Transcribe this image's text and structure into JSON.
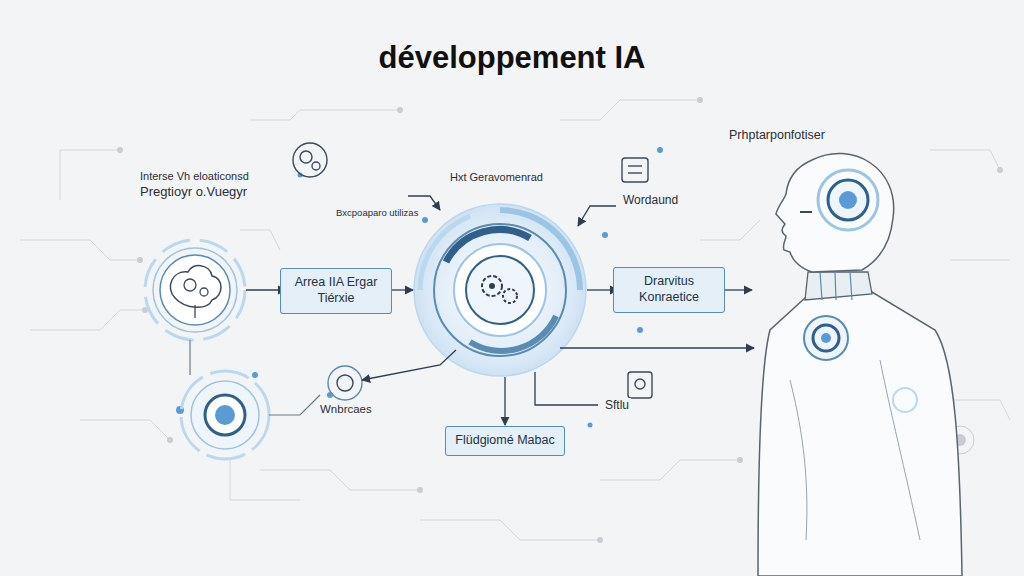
{
  "diagram": {
    "title": "développement IA",
    "nodes": [
      {
        "text": [
          "Arrea IIA Ergar Tiérxie"
        ]
      },
      {
        "text": [
          "Drarvitus Konraetice"
        ]
      },
      {
        "text": [
          "Flüdgiomé Mabac"
        ]
      }
    ],
    "labels": [
      "Interse Vh eloaticonsd",
      "Pregtioyr o.Vuegyr",
      "Hxt Geravomenrad",
      "Bxcpoaparo utilizas",
      "Prhptarponfotiser",
      "Wordaund",
      "Wnbrcaes",
      "Sftlu"
    ]
  }
}
